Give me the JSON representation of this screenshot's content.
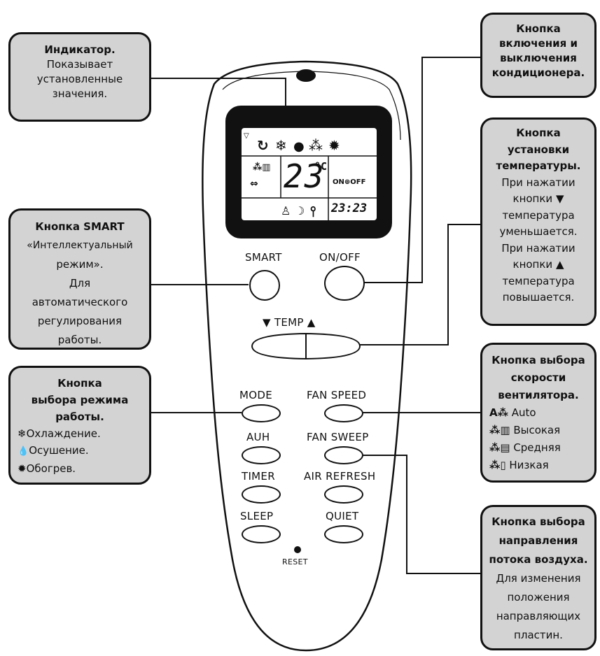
{
  "callouts": {
    "indicator": {
      "title": "Индикатор.",
      "lines": [
        "Показывает",
        "установленные",
        "значения."
      ]
    },
    "onoff": {
      "lines": [
        "Кнопка",
        "включения и",
        "выключения",
        "кондиционера."
      ]
    },
    "temp": {
      "title_lines": [
        "Кнопка",
        "установки",
        "температуры."
      ],
      "lines": [
        "При нажатии",
        "кнопки ▼",
        "температура",
        "уменьшается.",
        "При нажатии",
        "кнопки ▲",
        "температура",
        "повышается."
      ]
    },
    "smart": {
      "title": "Кнопка SMART",
      "lines": [
        "«Интеллектуальный",
        "режим».",
        "Для",
        "автоматического",
        "регулирования",
        "работы."
      ]
    },
    "mode": {
      "title_lines": [
        "Кнопка",
        "выбора режима",
        "работы."
      ],
      "items": [
        {
          "icon": "❄",
          "text": "Охлаждение."
        },
        {
          "icon": "💧",
          "text": "Осушение."
        },
        {
          "icon": "✹",
          "text": "Обогрев."
        }
      ]
    },
    "fanspeed": {
      "title_lines": [
        "Кнопка выбора",
        "скорости",
        "вентилятора."
      ],
      "items": [
        {
          "icon": "A⁂",
          "text": "Auto"
        },
        {
          "icon": "⁂▥",
          "text": "Высокая"
        },
        {
          "icon": "⁂▤",
          "text": "Средняя"
        },
        {
          "icon": "⁂▯",
          "text": "Низкая"
        }
      ]
    },
    "sweep": {
      "title_lines": [
        "Кнопка выбора",
        "направления",
        "потока воздуха."
      ],
      "lines": [
        "Для изменения",
        "положения",
        "направляющих",
        "пластин."
      ]
    }
  },
  "remote": {
    "buttons": {
      "smart": "SMART",
      "onoff": "ON/OFF",
      "temp": "▼ TEMP ▲",
      "mode": "MODE",
      "fan_speed": "FAN SPEED",
      "auh": "AUH",
      "fan_sweep": "FAN SWEEP",
      "timer": "TIMER",
      "air_refresh": "AIR REFRESH",
      "sleep": "SLEEP",
      "quiet": "QUIET",
      "reset": "RESET"
    },
    "lcd": {
      "temperature": "23",
      "unit": "°C",
      "clock": "23:23",
      "on_off_label": "ON OFF"
    }
  },
  "colors": {
    "callout_bg": "#d3d3d3",
    "outline": "#111111",
    "lcd_bg": "#111111"
  }
}
